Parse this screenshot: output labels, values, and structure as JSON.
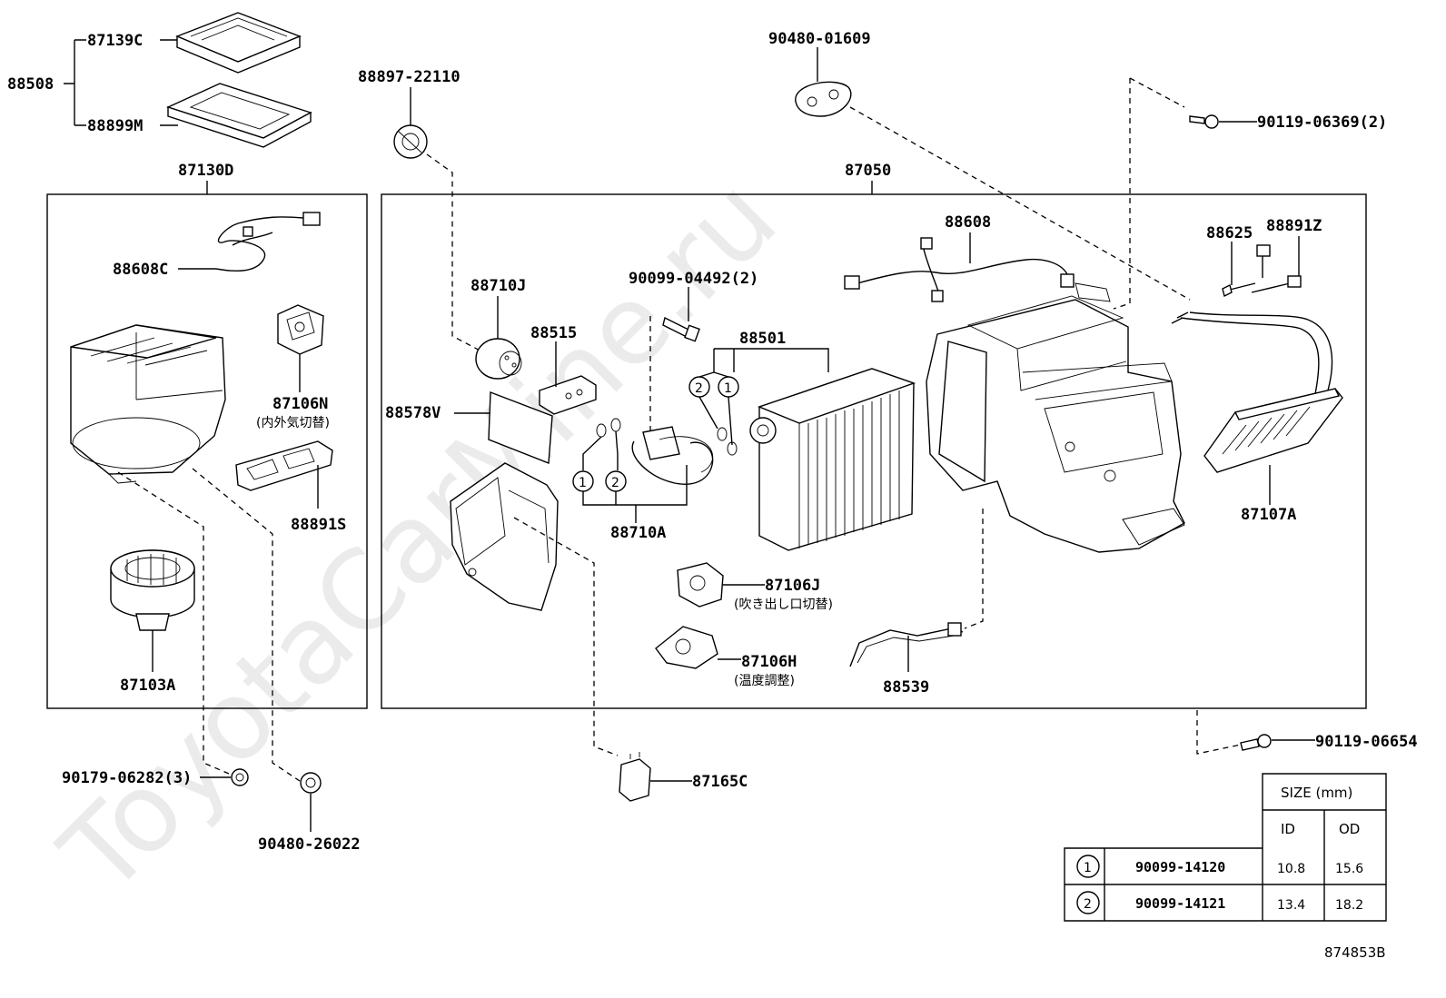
{
  "watermark": "ToyotaCarMine.ru",
  "drawing_id": "874853B",
  "groups": {
    "left_box": "87130D",
    "right_box": "87050",
    "filter_group": "88508"
  },
  "labels": {
    "p87139C": "87139C",
    "p88899M": "88899M",
    "p88608C": "88608C",
    "p87106N": "87106N",
    "p87106N_note": "(内外気切替)",
    "p88891S": "88891S",
    "p87103A": "87103A",
    "p90179": "90179-06282(3)",
    "p90480_26022": "90480-26022",
    "p88897": "88897-22110",
    "p88710J": "88710J",
    "p88515": "88515",
    "p88578V": "88578V",
    "p90099_04492": "90099-04492(2)",
    "p88710A": "88710A",
    "p88501": "88501",
    "p87106J": "87106J",
    "p87106J_note": "(吹き出し口切替)",
    "p87106H": "87106H",
    "p87106H_note": "(温度調整)",
    "p87165C": "87165C",
    "p90480_01609": "90480-01609",
    "p88608": "88608",
    "p88539": "88539",
    "p90119_06369": "90119-06369(2)",
    "p88625": "88625",
    "p88891Z": "88891Z",
    "p87107A": "87107A",
    "p90119_06654": "90119-06654",
    "c1": "1",
    "c2": "2"
  },
  "size_table": {
    "title": "SIZE (mm)",
    "col_id": "ID",
    "col_od": "OD",
    "rows": [
      {
        "mark": "1",
        "part": "90099-14120",
        "id": "10.8",
        "od": "15.6"
      },
      {
        "mark": "2",
        "part": "90099-14121",
        "id": "13.4",
        "od": "18.2"
      }
    ]
  }
}
